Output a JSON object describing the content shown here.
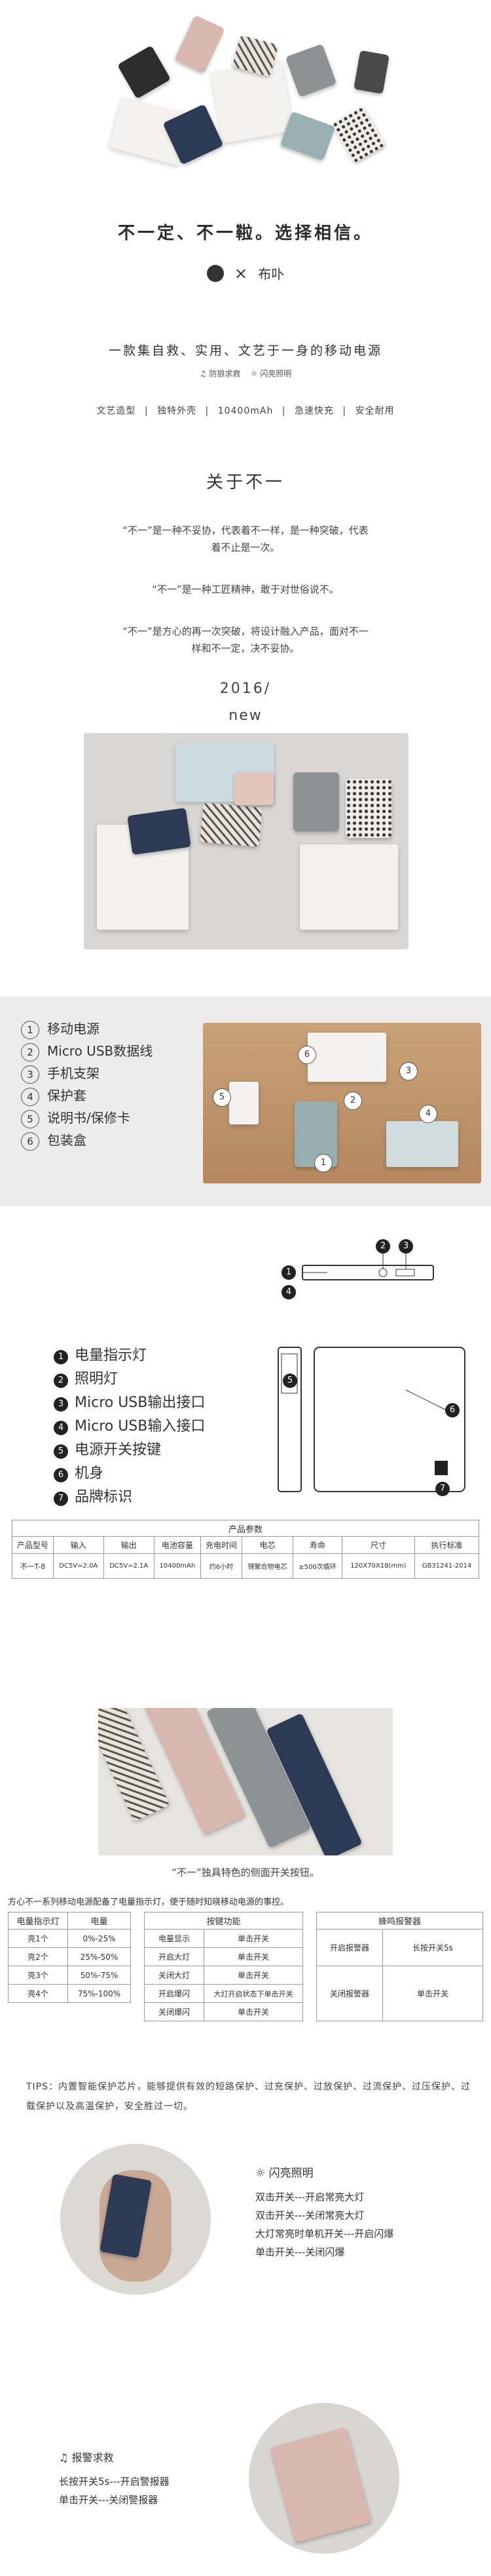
{
  "hero": {
    "slogan": "不一定、不一鞡。选择相信。",
    "brand_x": "×",
    "brand_name": "布卟"
  },
  "intro": {
    "headline": "一款集自救、实用、文艺于一身的移动电源",
    "sub_tags": [
      "防狼求救",
      "闪亮照明"
    ],
    "features": [
      "文艺造型",
      "独特外壳",
      "10400mAh",
      "急速快充",
      "安全耐用"
    ]
  },
  "about": {
    "title": "关于不一",
    "paragraphs": [
      "“不一”是一种不妥协，代表着不一样，是一种突破，代表着不止是一次。",
      "“不一”是一种工匠精神，敢于对世俗说不。",
      "“不一”是方心的再一次突破，将设计融入产品，面对不一样和不一定，决不妥协。"
    ],
    "year": "2016/",
    "word": "new"
  },
  "package": {
    "items": [
      {
        "num": "1",
        "label": "移动电源"
      },
      {
        "num": "2",
        "label": "Micro USB数据线"
      },
      {
        "num": "3",
        "label": "手机支架"
      },
      {
        "num": "4",
        "label": "保护套"
      },
      {
        "num": "5",
        "label": "说明书/保修卡"
      },
      {
        "num": "6",
        "label": "包装盒"
      }
    ],
    "photo_marks": [
      "6",
      "5",
      "2",
      "3",
      "4",
      "1"
    ]
  },
  "parts": {
    "items": [
      {
        "num": "1",
        "label": "电量指示灯"
      },
      {
        "num": "2",
        "label": "照明灯"
      },
      {
        "num": "3",
        "label": "Micro USB输出接口"
      },
      {
        "num": "4",
        "label": "Micro USB输入接口"
      },
      {
        "num": "5",
        "label": "电源开关按键"
      },
      {
        "num": "6",
        "label": "机身"
      },
      {
        "num": "7",
        "label": "品牌标识"
      }
    ],
    "diagram_marks": [
      "1",
      "2",
      "3",
      "4",
      "5",
      "6",
      "7"
    ]
  },
  "params": {
    "title": "产品参数",
    "headers": [
      "产品型号",
      "输入",
      "输出",
      "电池容量",
      "充电时间",
      "电芯",
      "寿命",
      "尺寸",
      "执行标准"
    ],
    "row": [
      "不一T-8",
      "DC5V=2.0A",
      "DC5V=2.1A",
      "10400mAh",
      "约6小时",
      "锂聚合物电芯",
      "≥500次循环",
      "120X70X18(mm)",
      "GB31241-2014"
    ]
  },
  "switch_photo": {
    "caption": "“不一”独具特色的侧面开关按钮。"
  },
  "function_table": {
    "note": "方心不一系列移动电源配备了电量指示灯，便于随时知晓移动电源的事控。",
    "headers": [
      "电量指示灯",
      "电量",
      "按键功能",
      "蜂鸣报警器"
    ],
    "rows": [
      {
        "light": "亮1个",
        "level": "0%-25%",
        "key": "电量显示",
        "action": "单击开关"
      },
      {
        "light": "亮2个",
        "level": "25%-50%",
        "key": "开启大灯",
        "action": "单击开关"
      },
      {
        "light": "亮3个",
        "level": "50%-75%",
        "key": "关闭大灯",
        "action": "单击开关"
      },
      {
        "light": "亮4个",
        "level": "75%-100%",
        "key": "开启爆闪",
        "action": "大灯开启状态下单击开关"
      },
      {
        "light": "",
        "level": "",
        "key": "关闭爆闪",
        "action": "单击开关"
      }
    ],
    "alarm_on": "开启报警器",
    "alarm_on_action": "长按开关5s",
    "alarm_off": "关闭报警器",
    "alarm_off_action": "单击开关"
  },
  "tips": {
    "text": "TIPS：内置智能保护芯片，能够提供有效的短路保护、过充保护、过放保护、过流保护、过压保护、过载保护以及高温保护，安全胜过一切。"
  },
  "flash": {
    "title": "闪亮照明",
    "lines": [
      "双击开关---开启常亮大灯",
      "双击开关---关闭常亮大灯",
      "大灯常亮时单机开关---开启闪爆",
      "单击开关---关闭闪爆"
    ]
  },
  "alarm": {
    "title": "报警求救",
    "lines": [
      "长按开关5s---开启警报器",
      "单击开关---关闭警报器"
    ]
  }
}
